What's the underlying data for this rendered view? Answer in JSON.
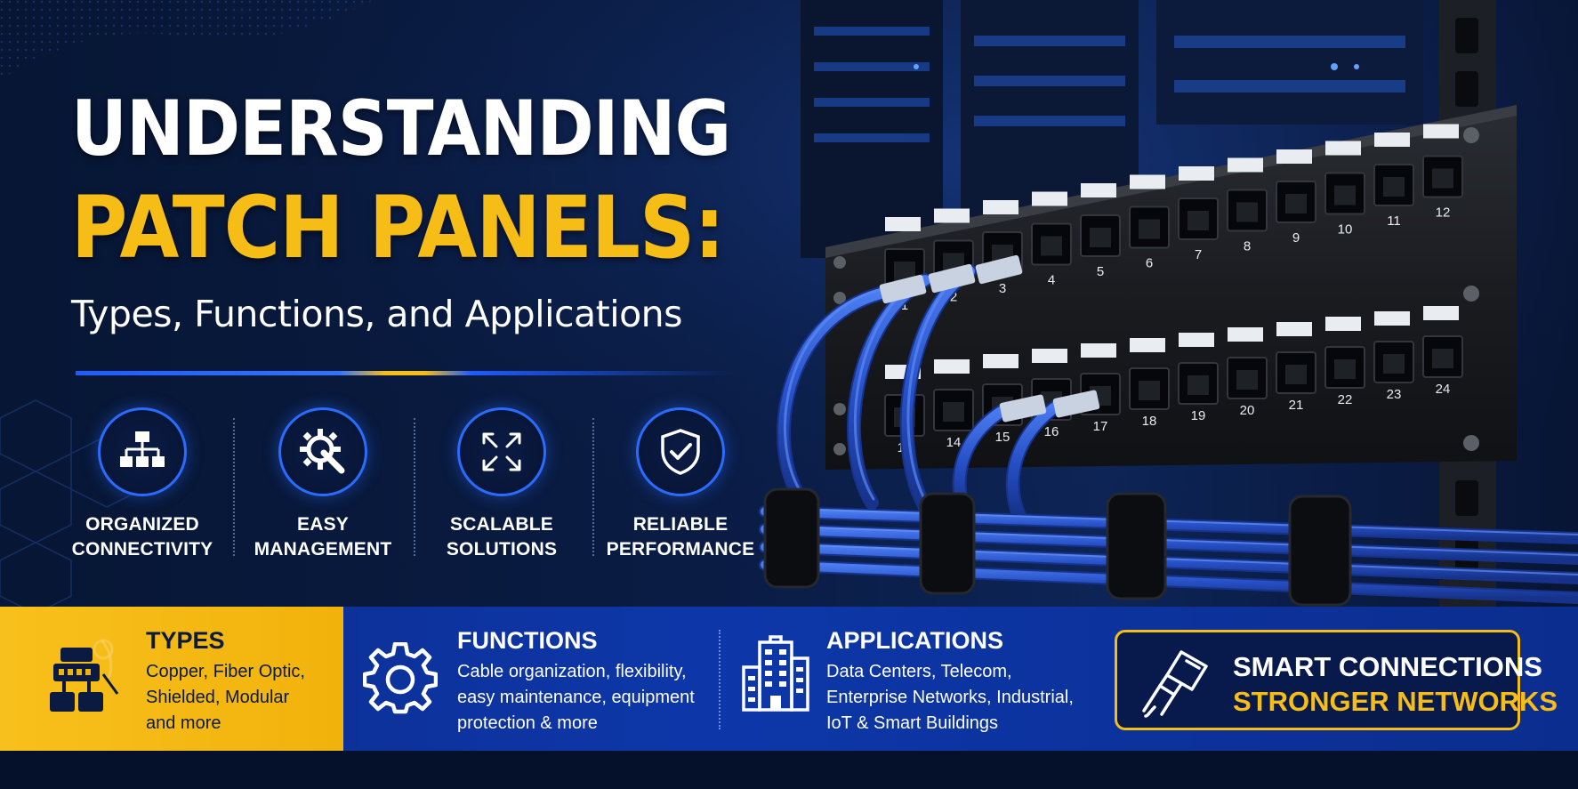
{
  "hero": {
    "title_line1": "UNDERSTANDING",
    "title_line2": "PATCH PANELS:",
    "subtitle": "Types, Functions, and Applications"
  },
  "features": [
    {
      "line1": "ORGANIZED",
      "line2": "CONNECTIVITY",
      "icon": "hierarchy-icon"
    },
    {
      "line1": "EASY",
      "line2": "MANAGEMENT",
      "icon": "gear-wrench-icon"
    },
    {
      "line1": "SCALABLE",
      "line2": "SOLUTIONS",
      "icon": "expand-arrows-icon"
    },
    {
      "line1": "RELIABLE",
      "line2": "PERFORMANCE",
      "icon": "shield-check-icon"
    }
  ],
  "types": {
    "title": "TYPES",
    "desc_lines": [
      "Copper, Fiber Optic,",
      "Shielded, Modular",
      "and more"
    ],
    "icon": "network-switch-icon"
  },
  "functions": {
    "title": "FUNCTIONS",
    "desc_lines": [
      "Cable organization, flexibility,",
      "easy maintenance, equipment",
      "protection & more"
    ],
    "icon": "gear-icon"
  },
  "applications": {
    "title": "APPLICATIONS",
    "desc_lines": [
      "Data Centers, Telecom,",
      "Enterprise Networks, Industrial,",
      "IoT & Smart Buildings"
    ],
    "icon": "building-icon"
  },
  "cta": {
    "line1": "SMART CONNECTIONS",
    "line2": "STRONGER NETWORKS",
    "icon": "ethernet-plug-icon"
  },
  "panel": {
    "top_row_labels": [
      "1",
      "2",
      "3",
      "4",
      "5",
      "6",
      "7",
      "8",
      "9",
      "10",
      "11",
      "12"
    ],
    "bottom_row_labels": [
      "13",
      "14",
      "15",
      "16",
      "17",
      "18",
      "19",
      "20",
      "21",
      "22",
      "23",
      "24"
    ]
  },
  "colors": {
    "navy": "#06122e",
    "accent_blue": "#2a6cff",
    "accent_yellow": "#f7bd17",
    "band_blue": "#0d37a9",
    "cable_blue": "#2f5fd6"
  }
}
